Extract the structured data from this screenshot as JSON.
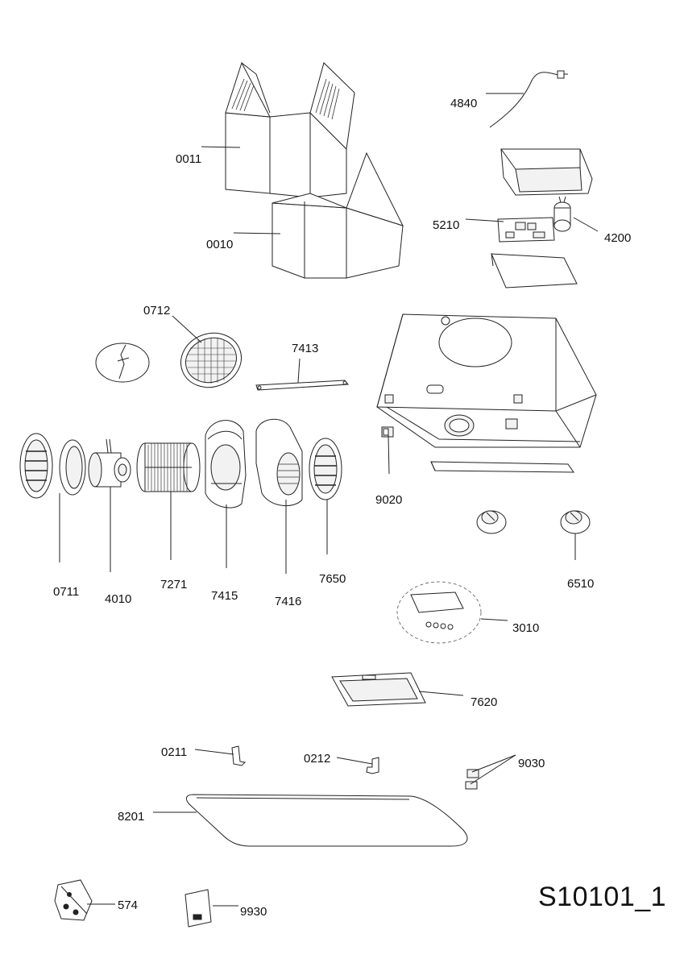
{
  "sheet_code": "S10101_1",
  "labels": {
    "p0011": "0011",
    "p0010": "0010",
    "p4840": "4840",
    "p5210": "5210",
    "p4200": "4200",
    "p0712": "0712",
    "p7413": "7413",
    "p9020": "9020",
    "p0711": "0711",
    "p4010": "4010",
    "p7271": "7271",
    "p7415": "7415",
    "p7416": "7416",
    "p7650": "7650",
    "p6510": "6510",
    "p3010": "3010",
    "p7620": "7620",
    "p0211": "0211",
    "p0212": "0212",
    "p9030": "9030",
    "p8201": "8201",
    "p574": "574",
    "p9930": "9930"
  }
}
